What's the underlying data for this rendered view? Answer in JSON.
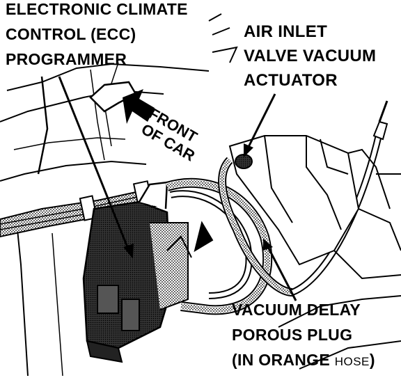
{
  "labels": {
    "ecc_programmer": {
      "line1": "ELECTRONIC CLIMATE",
      "line2": "CONTROL (ECC)",
      "line3": "PROGRAMMER"
    },
    "air_inlet": {
      "line1": "AIR INLET",
      "line2": "VALVE VACUUM",
      "line3": "ACTUATOR"
    },
    "front_of_car": {
      "line1": "FRONT",
      "line2": "OF CAR"
    },
    "vacuum_delay": {
      "line1": "VACUUM DELAY",
      "line2": "POROUS PLUG",
      "line3_main": "(IN ORANGE",
      "line3_small": "HOSE",
      "line3_end": ")"
    }
  },
  "colors": {
    "ink": "#000000",
    "paper": "#ffffff",
    "screen": "#777777"
  }
}
